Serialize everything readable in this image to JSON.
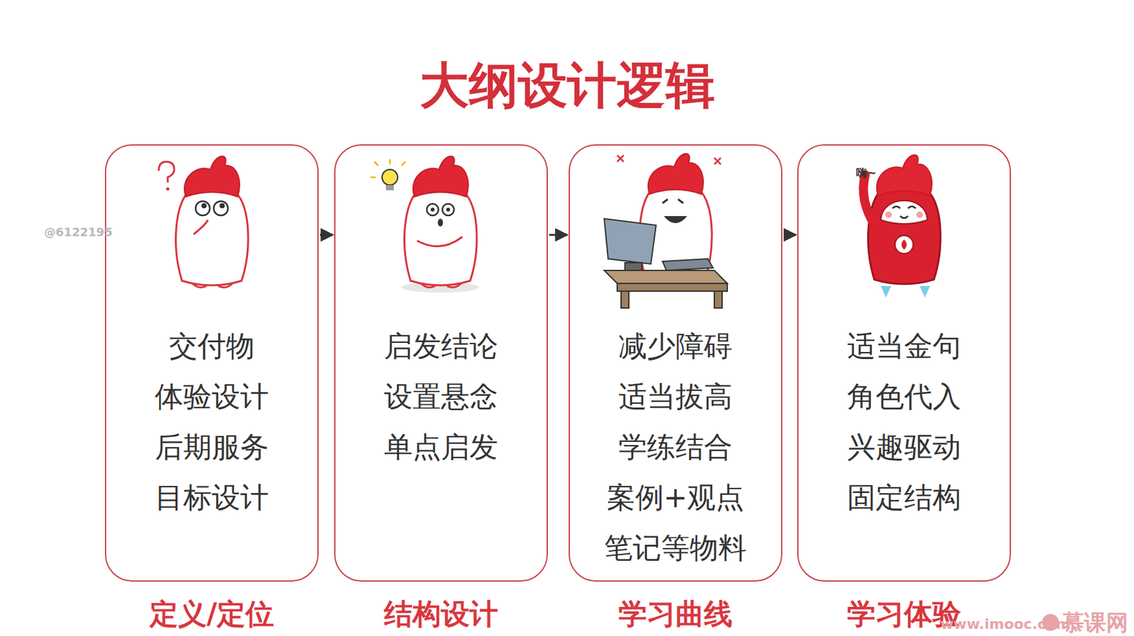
{
  "diagram": {
    "title": "大纲设计逻辑",
    "nodes": [
      {
        "text": [
          "交付物",
          "体验设计",
          "后期服务",
          "目标设计",
          "定义/定位"
        ]
      },
      {
        "text": [
          "启发结论",
          "设置悬念",
          "单点启发",
          "结构设计"
        ]
      },
      {
        "text": [
          "减少障碍",
          "适当拔高",
          "学练结合",
          "案例+观点",
          "笔记等物料",
          "学习曲线"
        ]
      },
      {
        "text": [
          "适当金句",
          "角色代入",
          "兴趣驱动",
          "固定结构",
          "学习体验"
        ]
      }
    ],
    "edges": [
      {
        "from": 0,
        "to": 1,
        "arrow": "to"
      },
      {
        "from": 1,
        "to": 2,
        "arrow": "to"
      },
      {
        "from": 2,
        "to": 3,
        "arrow": "to"
      }
    ],
    "labels": [
      "@6122195",
      "嗨~",
      "www.imooc.com",
      "慕课网"
    ]
  }
}
